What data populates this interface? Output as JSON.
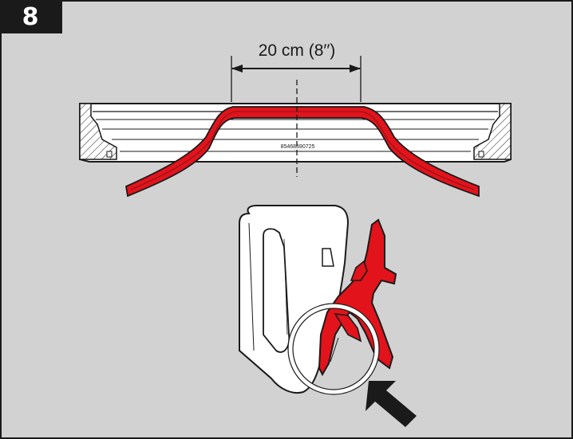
{
  "step": {
    "number": "8"
  },
  "dimension": {
    "label": "20 cm (8′′)"
  },
  "part": {
    "code": "85468590725"
  },
  "colors": {
    "background": "#d2d2d2",
    "accent": "#e2131b",
    "outline": "#1a1a1a",
    "part_fill": "#ffffff",
    "badge": "#1a1a1a"
  },
  "icons": {
    "arrow": "arrow-pointer-icon",
    "magnifier": "detail-circle-icon",
    "clip": "mounting-clip-icon"
  }
}
